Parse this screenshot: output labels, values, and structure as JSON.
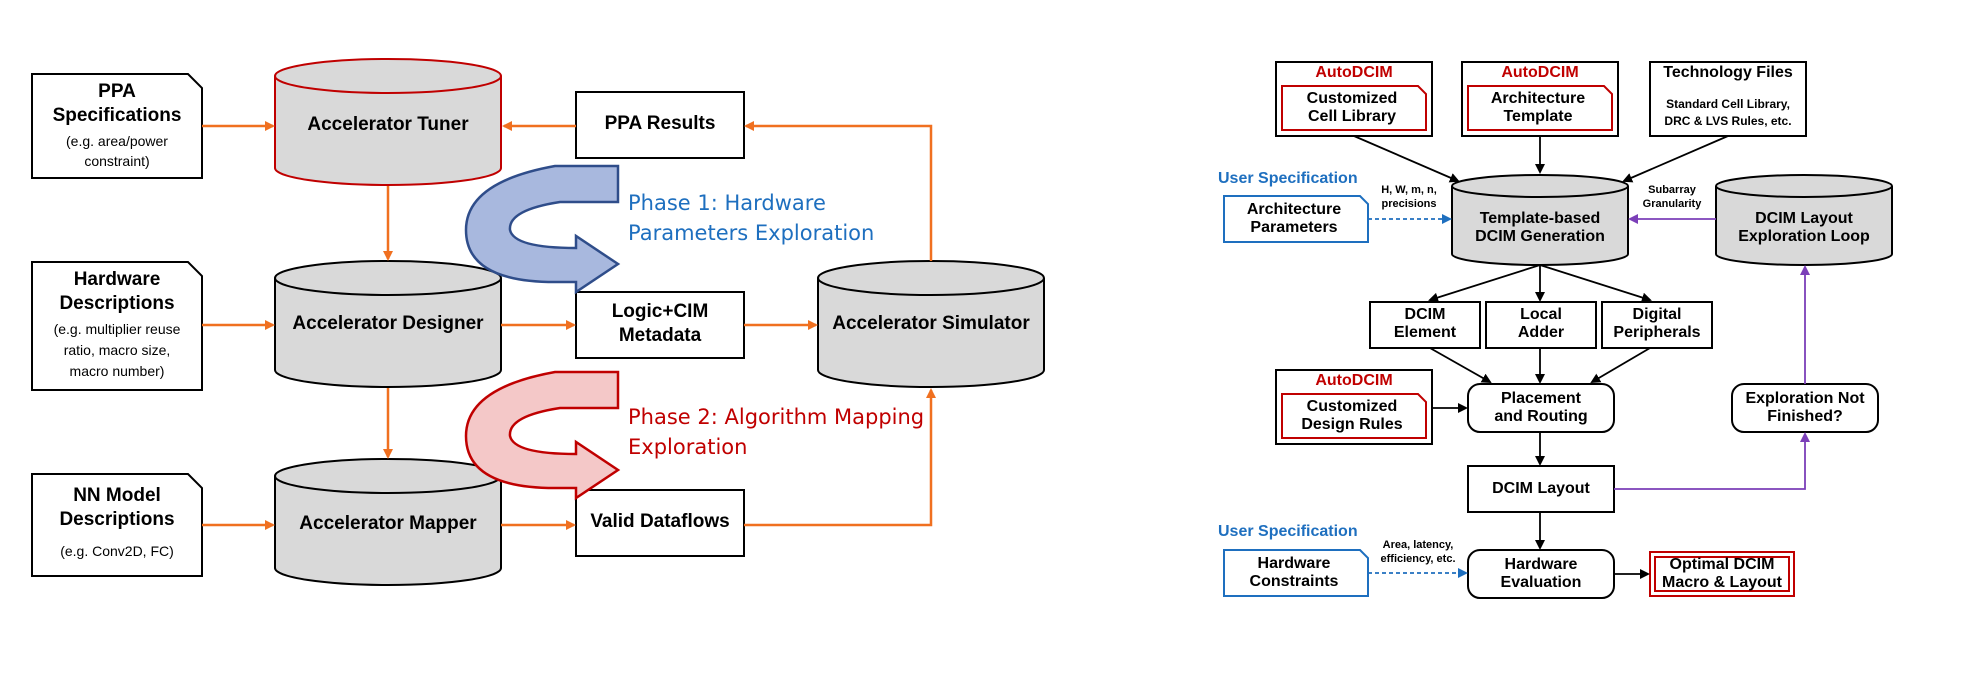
{
  "left": {
    "ppa_spec": {
      "title": "PPA\nSpecifications",
      "note": "(e.g. area/power\nconstraint)"
    },
    "hw_desc": {
      "title": "Hardware\nDescriptions",
      "note": "(e.g. multiplier reuse\nratio, macro size,\nmacro number)"
    },
    "nn_desc": {
      "title": "NN Model\nDescriptions",
      "note": "(e.g. Conv2D, FC)"
    },
    "tuner": "Accelerator Tuner",
    "designer": "Accelerator Designer",
    "mapper": "Accelerator Mapper",
    "simulator": "Accelerator Simulator",
    "ppa_results": "PPA Results",
    "metadata": "Logic+CIM\nMetadata",
    "dataflows": "Valid Dataflows",
    "phase1": "Phase 1: Hardware\nParameters Exploration",
    "phase2": "Phase 2: Algorithm Mapping\nExploration",
    "colors": {
      "arrow": "#f07020",
      "phase1": "#1e6fbf",
      "phase2": "#c00000",
      "cylinder": "#d9d9d9",
      "tuner_outline": "#c00000"
    }
  },
  "right": {
    "autodcim": "AutoDCIM",
    "custom_cell": "Customized\nCell Library",
    "arch_template": "Architecture\nTemplate",
    "tech_files_title": "Technology Files",
    "tech_files_note": "Standard Cell Library,\nDRC & LVS Rules, etc.",
    "user_spec": "User Specification",
    "arch_params": "Architecture\nParameters",
    "param_note": "H, W, m, n,\nprecisions",
    "template_gen": "Template-based\nDCIM Generation",
    "subarray_note": "Subarray\nGranularity",
    "layout_loop": "DCIM Layout\nExploration Loop",
    "dcim_element": "DCIM\nElement",
    "local_adder": "Local\nAdder",
    "digital_periph": "Digital\nPeripherals",
    "custom_rules": "Customized\nDesign Rules",
    "place_route": "Placement\nand Routing",
    "exploration_not_finished": "Exploration Not\nFinished?",
    "dcim_layout": "DCIM Layout",
    "hw_constraints": "Hardware\nConstraints",
    "constraint_note": "Area, latency,\nefficiency, etc.",
    "hw_eval": "Hardware\nEvaluation",
    "optimal": "Optimal DCIM\nMacro & Layout",
    "colors": {
      "red": "#c00000",
      "blue": "#1e6fbf",
      "purple": "#7b3fb8",
      "grey": "#d9d9d9"
    }
  }
}
